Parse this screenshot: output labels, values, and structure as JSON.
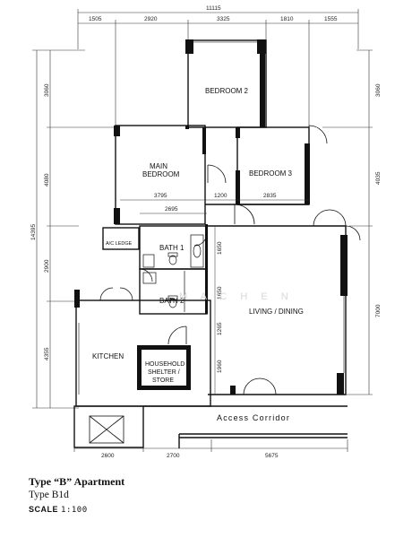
{
  "dimensions": {
    "top_total": "11115",
    "top": [
      "1505",
      "2920",
      "3325",
      "1810",
      "1555"
    ],
    "left_total": "14395",
    "left": [
      "3060",
      "4080",
      "2900",
      "4355"
    ],
    "right": [
      "3060",
      "4035",
      "7000"
    ],
    "inner_room_widths": [
      "3795",
      "1200",
      "2835"
    ],
    "bath_width": "2695",
    "bath_column": [
      "1650",
      "1650",
      "1265",
      "1960"
    ],
    "bottom": [
      "2600",
      "2700",
      "5675"
    ]
  },
  "rooms": {
    "bedroom2": "BEDROOM 2",
    "main_bedroom_1": "MAIN",
    "main_bedroom_2": "BEDROOM",
    "bedroom3": "BEDROOM 3",
    "ac_ledge": "A/C LEDGE",
    "bath1": "BATH 1",
    "bath2": "BATH 2",
    "kitchen": "KITCHEN",
    "living": "LIVING / DINING",
    "shelter_1": "HOUSEHOLD",
    "shelter_2": "SHELTER /",
    "shelter_3": "STORE"
  },
  "corridor": "Access Corridor",
  "watermark": "M A C H E N",
  "caption": {
    "title": "Type “B” Apartment",
    "type": "Type B1d",
    "scale_label": "SCALE",
    "scale_value": "1:100"
  }
}
